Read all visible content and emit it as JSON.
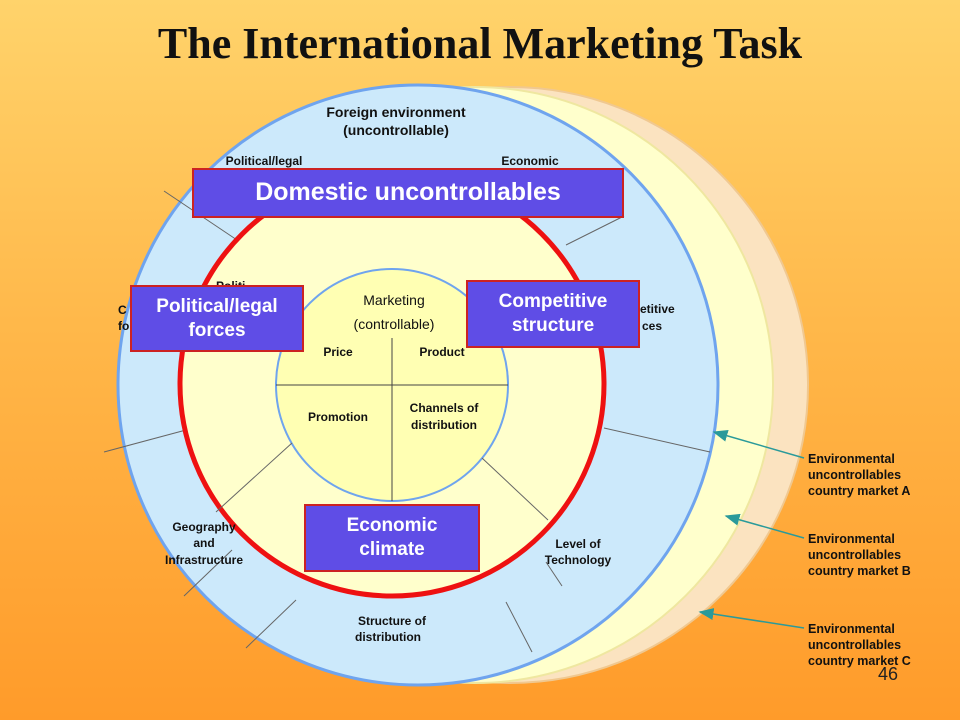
{
  "title": "The International Marketing Task",
  "foreign_environment": {
    "label_line1": "Foreign environment",
    "label_line2": "(uncontrollable)",
    "political_legal": "Political/legal",
    "economic": "Economic",
    "cultural_line1": "C",
    "cultural_line2": "fo",
    "competitive_line1": "etitive",
    "competitive_line2": "ces",
    "geography_line1": "Geography",
    "geography_line2": "and",
    "geography_line3": "Infrastructure",
    "technology_line1": "Level of",
    "technology_line2": "Technology",
    "distribution_line1": "Structure of",
    "distribution_line2": "distribution"
  },
  "domestic": {
    "partial_label": "Politi"
  },
  "marketing": {
    "label_line1": "Marketing",
    "label_line2": "(controllable)",
    "price": "Price",
    "product": "Product",
    "promotion": "Promotion",
    "channels_line1": "Channels of",
    "channels_line2": "distribution"
  },
  "boxes": {
    "domestic_uncontrollables": "Domestic uncontrollables",
    "political_legal_line1": "Political/legal",
    "political_legal_line2": "forces",
    "competitive_line1": "Competitive",
    "competitive_line2": "structure",
    "economic_line1": "Economic",
    "economic_line2": "climate"
  },
  "notes": {
    "market_a": [
      "Environmental",
      "uncontrollables",
      "country market A"
    ],
    "market_b": [
      "Environmental",
      "uncontrollables",
      "country market B"
    ],
    "market_c": [
      "Environmental",
      "uncontrollables",
      "country market C"
    ]
  },
  "page_number": "46",
  "colors": {
    "foreign_fill": "#cce9fb",
    "foreign_stroke": "#6fa4ee",
    "domestic_fill": "#ffffcc",
    "domestic_stroke": "#ee1111",
    "layer_b": "#ffffcc",
    "layer_c": "#fbe3c0",
    "box_fill": "#5f4de6",
    "arrow": "#2a9a9a"
  }
}
